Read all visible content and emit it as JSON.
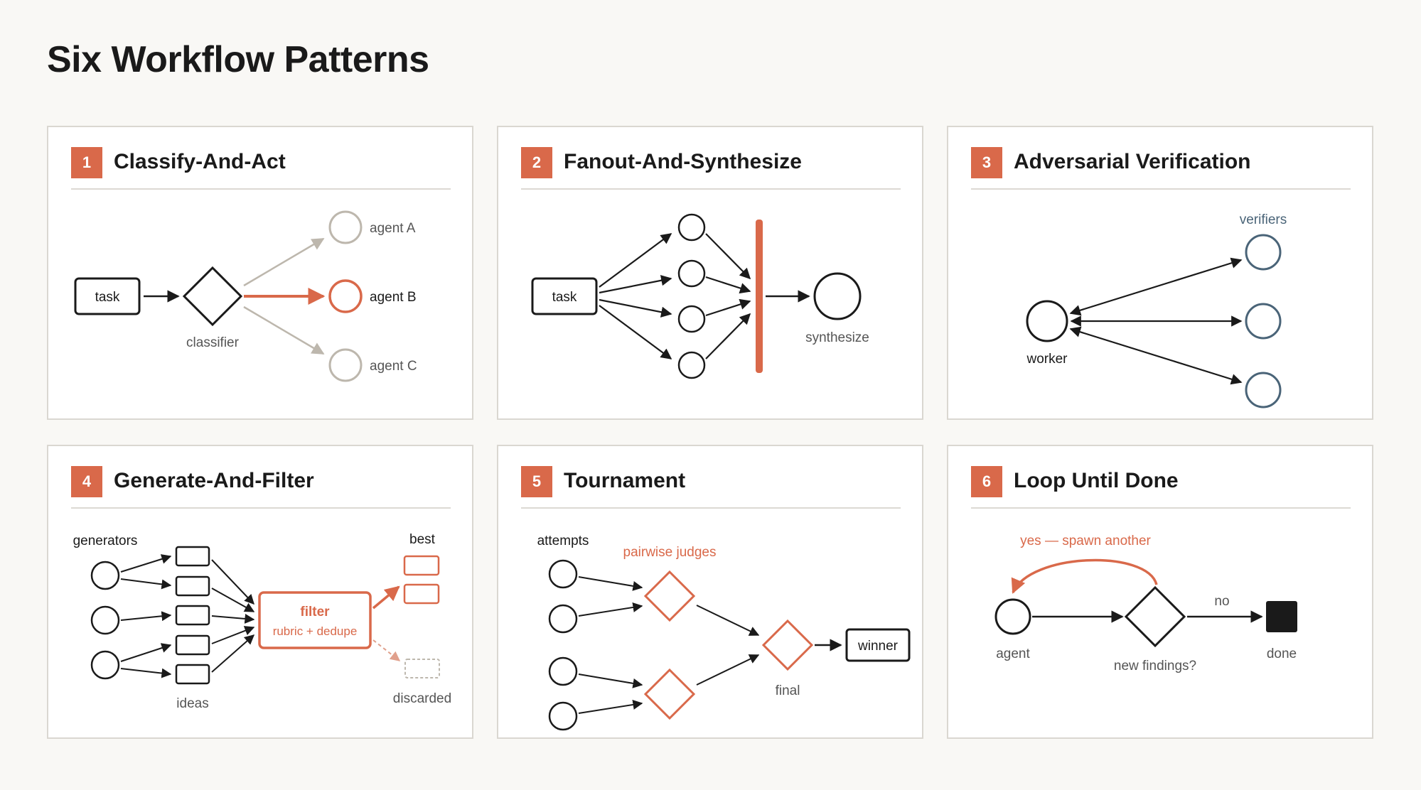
{
  "title": "Six Workflow Patterns",
  "colors": {
    "accent": "#d9694a",
    "ink": "#1a1a1a",
    "muted": "#b8b2a8",
    "verifier": "#4a6478",
    "background": "#f9f8f5"
  },
  "panels": [
    {
      "number": "1",
      "title": "Classify-And-Act",
      "labels": {
        "task": "task",
        "classifier": "classifier",
        "agent_a": "agent A",
        "agent_b": "agent B",
        "agent_c": "agent C"
      }
    },
    {
      "number": "2",
      "title": "Fanout-And-Synthesize",
      "labels": {
        "task": "task",
        "synthesize": "synthesize"
      }
    },
    {
      "number": "3",
      "title": "Adversarial Verification",
      "labels": {
        "verifiers": "verifiers",
        "worker": "worker"
      }
    },
    {
      "number": "4",
      "title": "Generate-And-Filter",
      "labels": {
        "generators": "generators",
        "ideas": "ideas",
        "filter": "filter",
        "filter_sub": "rubric + dedupe",
        "best": "best",
        "discarded": "discarded"
      }
    },
    {
      "number": "5",
      "title": "Tournament",
      "labels": {
        "attempts": "attempts",
        "judges": "pairwise judges",
        "final": "final",
        "winner": "winner"
      }
    },
    {
      "number": "6",
      "title": "Loop Until Done",
      "labels": {
        "loop": "yes — spawn another",
        "agent": "agent",
        "decision": "new findings?",
        "no": "no",
        "done": "done"
      }
    }
  ]
}
